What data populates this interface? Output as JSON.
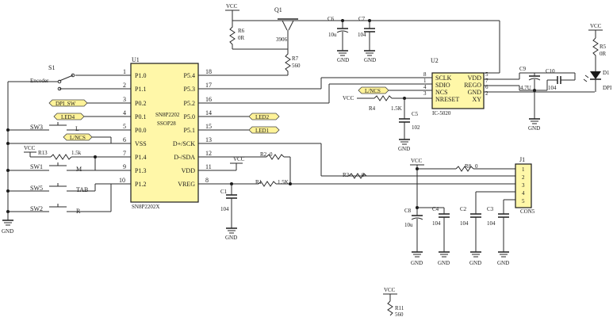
{
  "u1": {
    "ref": "U1",
    "part_top": "SN8P2202",
    "part_pkg": "SSOP28",
    "part_bottom": "SN8P2202X",
    "left_pins": [
      {
        "num": "1",
        "name": "P1.0"
      },
      {
        "num": "2",
        "name": "P1.1"
      },
      {
        "num": "3",
        "name": "P0.2"
      },
      {
        "num": "4",
        "name": "P0.1"
      },
      {
        "num": "5",
        "name": "P0.0"
      },
      {
        "num": "6",
        "name": "VSS"
      },
      {
        "num": "7",
        "name": "P1.4"
      },
      {
        "num": "9",
        "name": "P1.3"
      },
      {
        "num": "10",
        "name": "P1.2"
      }
    ],
    "right_pins": [
      {
        "num": "18",
        "name": "P5.4"
      },
      {
        "num": "17",
        "name": "P5.3"
      },
      {
        "num": "16",
        "name": "P5.2"
      },
      {
        "num": "14",
        "name": "P5.0"
      },
      {
        "num": "15",
        "name": "P5.1"
      },
      {
        "num": "13",
        "name": "D+/SCK"
      },
      {
        "num": "12",
        "name": "D-/SDA"
      },
      {
        "num": "11",
        "name": "VDD"
      },
      {
        "num": "8",
        "name": "VREG"
      }
    ]
  },
  "u2": {
    "ref": "U2",
    "part": "IC-5020",
    "left_pins": [
      {
        "num": "8",
        "name": "SCLK"
      },
      {
        "num": "1",
        "name": "SDIO"
      },
      {
        "num": "4",
        "name": "NCS"
      },
      {
        "num": "3",
        "name": "NRESET"
      }
    ],
    "right_pins": [
      {
        "num": "5",
        "name": "VDD"
      },
      {
        "num": "7",
        "name": "REGO"
      },
      {
        "num": "6",
        "name": "GND"
      },
      {
        "num": "2",
        "name": "XY"
      }
    ]
  },
  "j1": {
    "ref": "J1",
    "part": "CON5",
    "pins": [
      "1",
      "2",
      "3",
      "4",
      "5"
    ]
  },
  "net_labels": {
    "dpi_sw": "DPI_SW",
    "led4": "LED4",
    "lncs_left": "L/NCS",
    "led2": "LED2",
    "led1": "LED1",
    "lncs_right": "L/NCS"
  },
  "switches": {
    "s1": "S1",
    "s1_label": "Encoder",
    "sw3": "SW3",
    "sw3_key": "L",
    "sw1": "SW1",
    "sw1_key": "M",
    "sw5": "SW5",
    "sw5_key": "TAB",
    "sw2": "SW2",
    "sw2_key": "R"
  },
  "transistor": {
    "ref": "Q1",
    "part": "3906"
  },
  "resistors": {
    "r6": "R6",
    "r6_val": "0R",
    "r7": "R7",
    "r7_val": "560",
    "r13": "R13",
    "r13_val": "1.5k",
    "r2": "R2",
    "r2_val": "0",
    "r1": "R1",
    "r1_val": "1.5K",
    "r3": "R3",
    "r3_val": "0",
    "r4": "R4",
    "r4_val": "1.5K",
    "r8": "R8",
    "r8_val": "0",
    "r5": "R5",
    "r5_val": "0R",
    "r11": "R11",
    "r11_val": "560"
  },
  "capacitors": {
    "c6": "C6",
    "c6_val": "10u",
    "c7": "C7",
    "c7_val": "104",
    "c9": "C9",
    "c9_val": "4.7U",
    "c10": "C10",
    "c10_val": "104",
    "c5": "C5",
    "c5_val": "102",
    "c1": "C1",
    "c1_val": "104",
    "c8": "C8",
    "c8_val": "10u",
    "c4": "C4",
    "c4_val": "104",
    "c2": "C2",
    "c2_val": "104",
    "c3": "C3",
    "c3_val": "104"
  },
  "led": {
    "ref": "D1",
    "label": "DPI"
  },
  "power": {
    "vcc": "VCC",
    "gnd": "GND"
  }
}
